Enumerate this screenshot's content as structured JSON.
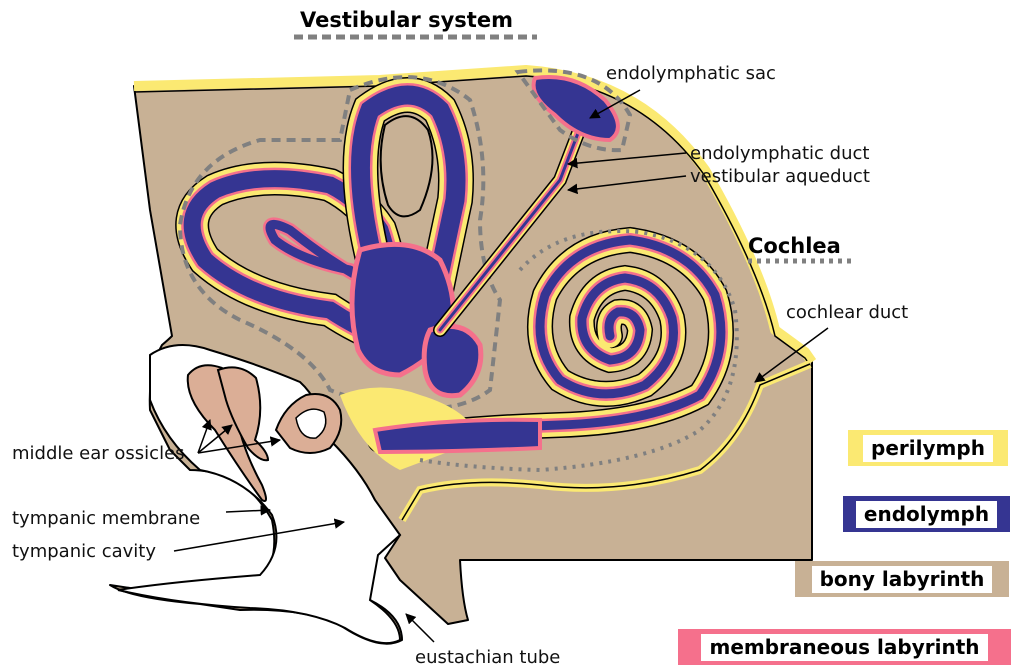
{
  "titles": {
    "vestibular": "Vestibular system",
    "cochlea": "Cochlea"
  },
  "labels": {
    "endolymphatic_sac": "endolymphatic sac",
    "endolymphatic_duct": "endolymphatic duct",
    "vestibular_aqueduct": "vestibular aqueduct",
    "cochlear_duct": "cochlear duct",
    "middle_ear_ossicles": "middle ear ossicles",
    "tympanic_membrane": "tympanic membrane",
    "tympanic_cavity": "tympanic cavity",
    "eustachian_tube": "eustachian tube"
  },
  "legend": [
    {
      "label": "perilymph",
      "color": "#fbe972"
    },
    {
      "label": "endolymph",
      "color": "#353592"
    },
    {
      "label": "bony labyrinth",
      "color": "#c8b195"
    },
    {
      "label": "membraneous labyrinth",
      "color": "#f5708c"
    }
  ],
  "colors": {
    "bone": "#c8b195",
    "perilymph": "#fbe972",
    "endolymph": "#353592",
    "membrane": "#f5708c",
    "ossicle": "#dbae96",
    "dash": "#808080"
  }
}
